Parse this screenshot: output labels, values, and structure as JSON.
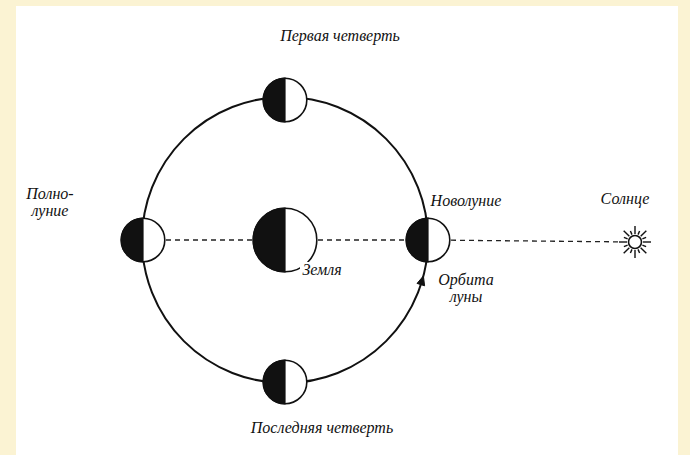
{
  "diagram": {
    "nodes": [
      {
        "text": [
          "Первая четверть"
        ]
      },
      {
        "text": [
          "Полно- луние"
        ]
      },
      {
        "text": [
          "Земля"
        ]
      },
      {
        "text": [
          "Новолуние"
        ]
      },
      {
        "text": [
          "Солнце"
        ]
      },
      {
        "text": [
          "Последняя четверть"
        ]
      }
    ],
    "edges": [
      {
        "from": 1,
        "to": 2,
        "arrow": "none"
      },
      {
        "from": 2,
        "to": 3,
        "arrow": "none"
      },
      {
        "from": 3,
        "to": 4,
        "arrow": "none"
      }
    ],
    "labels": [
      "Орбита луны"
    ]
  }
}
